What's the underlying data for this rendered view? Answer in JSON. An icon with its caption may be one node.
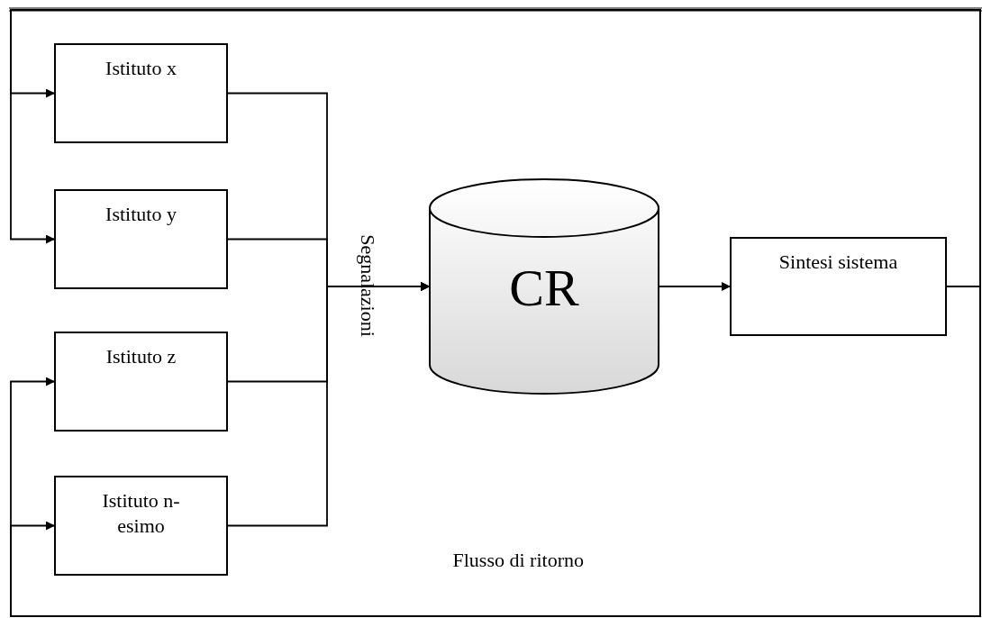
{
  "diagram": {
    "nodes": [
      {
        "text": [
          "Istituto x"
        ]
      },
      {
        "text": [
          "Istituto y"
        ]
      },
      {
        "text": [
          "Istituto z"
        ]
      },
      {
        "text": [
          "Istituto n-esimo"
        ]
      },
      {
        "text": [
          "CR"
        ]
      },
      {
        "text": [
          "Sintesi sistema"
        ]
      }
    ],
    "edges": [
      {
        "from": 0,
        "to": 4,
        "arrow": "to"
      },
      {
        "from": 1,
        "to": 4,
        "arrow": "to"
      },
      {
        "from": 2,
        "to": 4,
        "arrow": "to"
      },
      {
        "from": 3,
        "to": 4,
        "arrow": "to"
      },
      {
        "from": 4,
        "to": 5,
        "arrow": "to"
      },
      {
        "from": 5,
        "to": 0,
        "arrow": "to"
      },
      {
        "from": 5,
        "to": 1,
        "arrow": "to"
      },
      {
        "from": 5,
        "to": 2,
        "arrow": "to"
      },
      {
        "from": 5,
        "to": 3,
        "arrow": "to"
      }
    ],
    "labels": [
      "Segnalazioni",
      "Flusso di ritorno"
    ]
  }
}
